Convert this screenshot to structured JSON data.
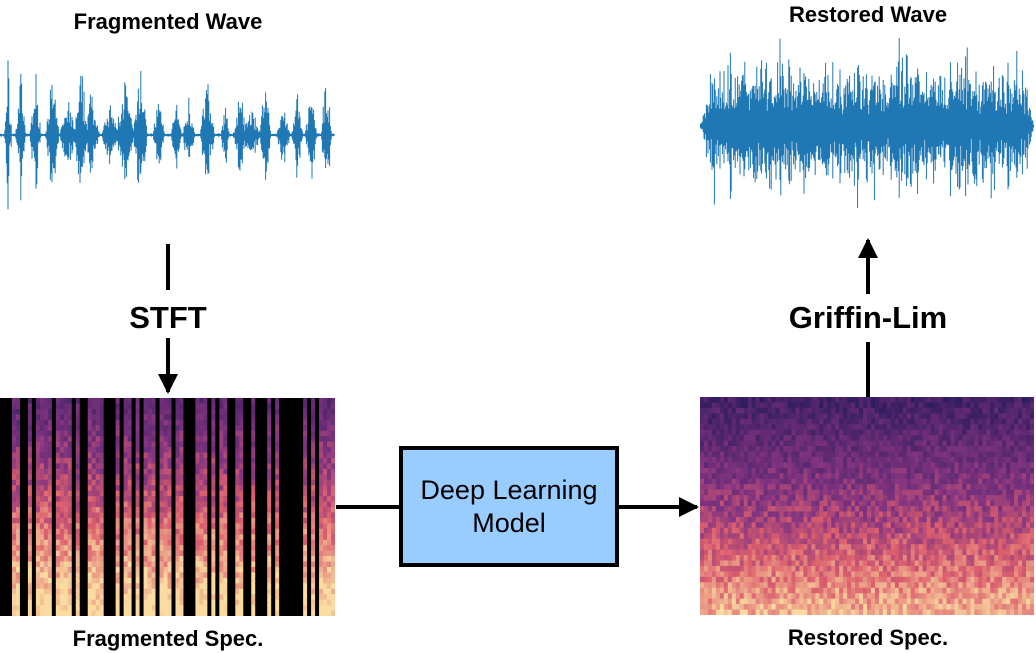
{
  "labels": {
    "fragmented_wave": "Fragmented Wave",
    "restored_wave": "Restored Wave",
    "stft": "STFT",
    "griffin_lim": "Griffin-Lim",
    "fragmented_spec": "Fragmented Spec.",
    "restored_spec": "Restored Spec."
  },
  "model_box": {
    "line1": "Deep Learning",
    "line2": "Model",
    "fill_color": "#99ccff"
  },
  "colors": {
    "waveform": "#1f77b4",
    "arrow": "#000000",
    "spec_low": "#2d1b5e",
    "spec_mid": "#b5407a",
    "spec_high": "#f8d39a"
  }
}
